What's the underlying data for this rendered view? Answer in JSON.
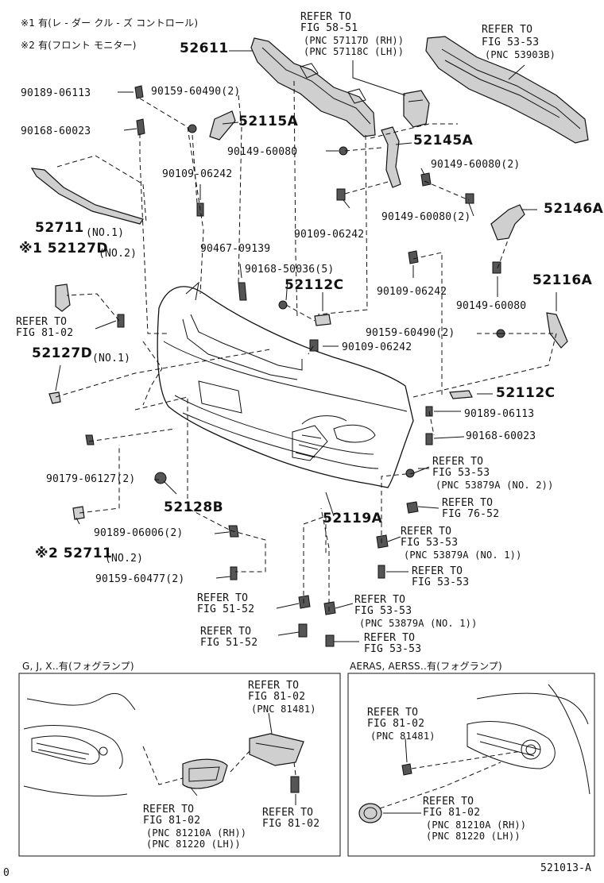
{
  "notes": [
    "※1 有(レ - ダー クル - ズ コントロール)",
    "※2 有(フロント モニター)"
  ],
  "callouts": [
    {
      "id": "c52611",
      "text": "52611",
      "style": "pn"
    },
    {
      "id": "r5851a",
      "text": "REFER TO"
    },
    {
      "id": "r5851b",
      "text": "FIG 58-51"
    },
    {
      "id": "r5851c",
      "text": "(PNC 57117D (RH))"
    },
    {
      "id": "r5851d",
      "text": "(PNC 57118C (LH))"
    },
    {
      "id": "r5353a",
      "text": "REFER TO"
    },
    {
      "id": "r5353b",
      "text": "FIG 53-53"
    },
    {
      "id": "r5353c",
      "text": "(PNC 53903B)"
    },
    {
      "id": "c9018906113a",
      "text": "90189-06113"
    },
    {
      "id": "c9015960490a",
      "text": "90159-60490(2)"
    },
    {
      "id": "c52115A",
      "text": "52115A",
      "style": "pn"
    },
    {
      "id": "c9016860023a",
      "text": "90168-60023"
    },
    {
      "id": "c9014960080a",
      "text": "90149-60080"
    },
    {
      "id": "c52145A",
      "text": "52145A",
      "style": "pn"
    },
    {
      "id": "c9010906242a",
      "text": "90109-06242"
    },
    {
      "id": "c9014960080b",
      "text": "90149-60080(2)"
    },
    {
      "id": "c52146A",
      "text": "52146A",
      "style": "pn"
    },
    {
      "id": "c9014960080c",
      "text": "90149-60080(2)"
    },
    {
      "id": "c52711a",
      "text": "52711",
      "style": "pn"
    },
    {
      "id": "c52711an",
      "text": "(NO.1)"
    },
    {
      "id": "c9010906242b",
      "text": "90109-06242"
    },
    {
      "id": "c52127Da",
      "text": "※1 52127D",
      "style": "pn"
    },
    {
      "id": "c52127Dan",
      "text": "(NO.2)"
    },
    {
      "id": "c9046709139",
      "text": "90467-09139"
    },
    {
      "id": "c9016850036",
      "text": "90168-50036(5)"
    },
    {
      "id": "c9010906242c",
      "text": "90109-06242"
    },
    {
      "id": "c52112C",
      "text": "52112C",
      "style": "pn"
    },
    {
      "id": "c52116A",
      "text": "52116A",
      "style": "pn"
    },
    {
      "id": "c9014960080d",
      "text": "90149-60080"
    },
    {
      "id": "r8102a",
      "text": "REFER TO"
    },
    {
      "id": "r8102b",
      "text": "FIG 81-02"
    },
    {
      "id": "c9015960490b",
      "text": "90159-60490(2)"
    },
    {
      "id": "c52127Db",
      "text": "52127D",
      "style": "pn"
    },
    {
      "id": "c52127Dbn",
      "text": "(NO.1)"
    },
    {
      "id": "c9010906242d",
      "text": "90109-06242"
    },
    {
      "id": "c52112Cb",
      "text": "52112C",
      "style": "pn"
    },
    {
      "id": "c9018906113b",
      "text": "90189-06113"
    },
    {
      "id": "c9016860023b",
      "text": "90168-60023"
    },
    {
      "id": "c9017906127",
      "text": "90179-06127(2)"
    },
    {
      "id": "r5353d",
      "text": "REFER TO"
    },
    {
      "id": "r5353e",
      "text": "FIG 53-53"
    },
    {
      "id": "r5353f",
      "text": "(PNC 53879A (NO. 2))"
    },
    {
      "id": "c52128B",
      "text": "52128B",
      "style": "pn"
    },
    {
      "id": "r7652a",
      "text": "REFER TO"
    },
    {
      "id": "r7652b",
      "text": "FIG 76-52"
    },
    {
      "id": "c9018906006",
      "text": "90189-06006(2)"
    },
    {
      "id": "c52119A",
      "text": "52119A",
      "style": "pn"
    },
    {
      "id": "r5353g",
      "text": "REFER TO"
    },
    {
      "id": "r5353h",
      "text": "FIG 53-53"
    },
    {
      "id": "r5353i",
      "text": "(PNC 53879A (NO. 1))"
    },
    {
      "id": "c52711b",
      "text": "※2 52711",
      "style": "pn"
    },
    {
      "id": "c52711bn",
      "text": "(NO.2)"
    },
    {
      "id": "r5353j",
      "text": "REFER TO"
    },
    {
      "id": "r5353k",
      "text": "FIG 53-53"
    },
    {
      "id": "c9015960477",
      "text": "90159-60477(2)"
    },
    {
      "id": "r5152a",
      "text": "REFER TO"
    },
    {
      "id": "r5152b",
      "text": "FIG 51-52"
    },
    {
      "id": "r5353l",
      "text": "REFER TO"
    },
    {
      "id": "r5353m",
      "text": "FIG 53-53"
    },
    {
      "id": "r5353n",
      "text": "(PNC 53879A (NO. 1))"
    },
    {
      "id": "r5152c",
      "text": "REFER TO"
    },
    {
      "id": "r5152d",
      "text": "FIG 51-52"
    },
    {
      "id": "r5353o",
      "text": "REFER TO"
    },
    {
      "id": "r5353p",
      "text": "FIG 53-53"
    }
  ],
  "inset_left": {
    "title": "G, J, X‥有(フォグランプ)",
    "labels": [
      {
        "id": "l1",
        "text": "REFER TO"
      },
      {
        "id": "l2",
        "text": "FIG 81-02"
      },
      {
        "id": "l3",
        "text": "(PNC 81481)"
      },
      {
        "id": "l4",
        "text": "REFER TO"
      },
      {
        "id": "l5",
        "text": "FIG 81-02"
      },
      {
        "id": "l6",
        "text": "(PNC 81210A (RH))"
      },
      {
        "id": "l7",
        "text": "(PNC 81220  (LH))"
      },
      {
        "id": "l8",
        "text": "REFER TO"
      },
      {
        "id": "l9",
        "text": "FIG 81-02"
      }
    ]
  },
  "inset_right": {
    "title": "AERAS, AERSS‥有(フォグランプ)",
    "labels": [
      {
        "id": "r1",
        "text": "REFER TO"
      },
      {
        "id": "r2",
        "text": "FIG 81-02"
      },
      {
        "id": "r3",
        "text": "(PNC 81481)"
      },
      {
        "id": "r4",
        "text": "REFER TO"
      },
      {
        "id": "r5",
        "text": "FIG 81-02"
      },
      {
        "id": "r6",
        "text": "(PNC 81210A (RH))"
      },
      {
        "id": "r7",
        "text": "(PNC 81220  (LH))"
      }
    ]
  },
  "footer": {
    "left_mark": "0",
    "figure_code": "521013-A"
  }
}
